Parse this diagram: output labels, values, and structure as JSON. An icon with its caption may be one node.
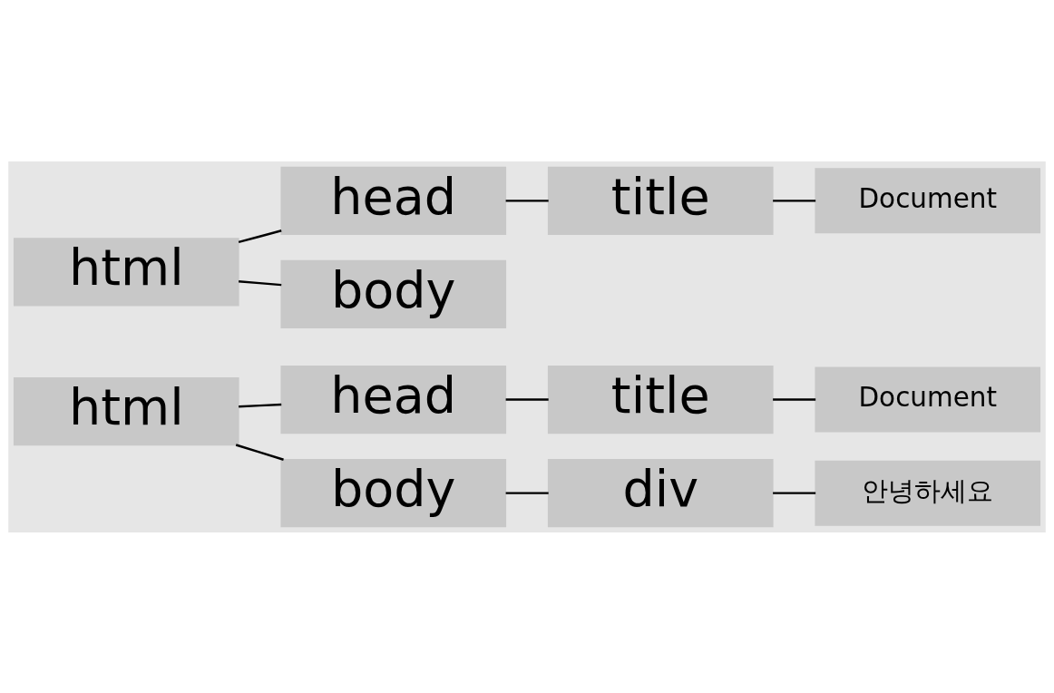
{
  "diagram": {
    "nodes": [
      {
        "text": [
          "html"
        ]
      },
      {
        "text": [
          "head"
        ]
      },
      {
        "text": [
          "title"
        ]
      },
      {
        "text": [
          "Document"
        ]
      },
      {
        "text": [
          "body"
        ]
      },
      {
        "text": [
          "div"
        ]
      },
      {
        "text": [
          "안녕하세요"
        ]
      },
      {
        "text": [
          "html"
        ]
      },
      {
        "text": [
          "head"
        ]
      },
      {
        "text": [
          "title"
        ]
      },
      {
        "text": [
          "Document"
        ]
      },
      {
        "text": [
          "body"
        ]
      }
    ],
    "edges": [
      {
        "from": 0,
        "to": 1,
        "arrow": "none"
      },
      {
        "from": 1,
        "to": 2,
        "arrow": "none"
      },
      {
        "from": 2,
        "to": 3,
        "arrow": "none"
      },
      {
        "from": 0,
        "to": 4,
        "arrow": "none"
      },
      {
        "from": 4,
        "to": 5,
        "arrow": "none"
      },
      {
        "from": 5,
        "to": 6,
        "arrow": "none"
      },
      {
        "from": 7,
        "to": 8,
        "arrow": "none"
      },
      {
        "from": 8,
        "to": 9,
        "arrow": "none"
      },
      {
        "from": 9,
        "to": 10,
        "arrow": "none"
      },
      {
        "from": 7,
        "to": 11,
        "arrow": "none"
      }
    ]
  }
}
